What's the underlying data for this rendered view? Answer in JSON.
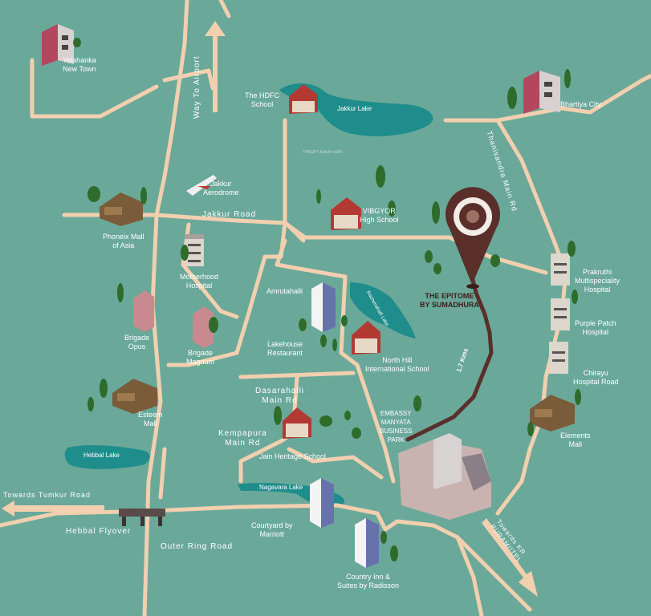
{
  "colors": {
    "background": "#6aa89a",
    "road": "#f2cfae",
    "lake": "#1f8d8c",
    "pin": "#5a2f2a",
    "label": "#ffffff"
  },
  "roads": {
    "way_to_airport": "Way To Airport",
    "jakkur_road": "Jakkur Road",
    "thanisandra": "Thanisandra Main Rd",
    "dasarahalli": "Dasarahalli\nMain Rd",
    "kempapura": "Kempapura\nMain Rd",
    "outer_ring": "Outer Ring Road",
    "hebbal_flyover": "Hebbal Flyover",
    "towards_tumkur": "Towards Tumkur Road",
    "towards_kr_puram": "Towards KR\nPURAM/ITPL"
  },
  "lakes": {
    "jakkur": "Jakkur Lake",
    "rachenahalli": "Rachenahalli Lake",
    "hebbal": "Hebbal Lake",
    "nagavara": "Nagavara Lake"
  },
  "landmarks": {
    "yelahanka": "Yelahanka\nNew Town",
    "hdfc_school": "The HDFC\nSchool",
    "bhartiya_city": "Bhartiya City",
    "jakkur_aerodrome": "Jakkur\nAerodrome",
    "vibgyor": "VIBGYOR\nHigh School",
    "phoenix_mall": "Phoneix Mall\nof Asia",
    "motherhood": "Motherhood\nHospital",
    "amrutahalli": "Amrutahalli",
    "prakruthi": "Prakruthi\nMultispeciality\nHospital",
    "brigade_opus": "Brigade\nOpus",
    "brigade_magnum": "Brigade\nMagnum",
    "lakehouse": "Lakehouse\nRestaurant",
    "north_hill": "North Hill\nInternational School",
    "purple_patch": "Purple Patch\nHospital",
    "chirayu": "Chirayu\nHospital Road",
    "esteem_mall": "Esteem\nMall",
    "embassy_manyata": "EMBASSY\nMANYATA\nBUSINESS\nPARK",
    "elements_mall": "Elements\nMall",
    "jain_heritage": "Jain Heritage School",
    "courtyard": "Courtyard by\nMarriott",
    "country_inn": "Country Inn &\nSuites by Radisson"
  },
  "project": {
    "name": "THE EPITOME\nBY SUMADHURA",
    "distance": "1.7 Kms"
  },
  "watermark": "PROPTIGER.com"
}
